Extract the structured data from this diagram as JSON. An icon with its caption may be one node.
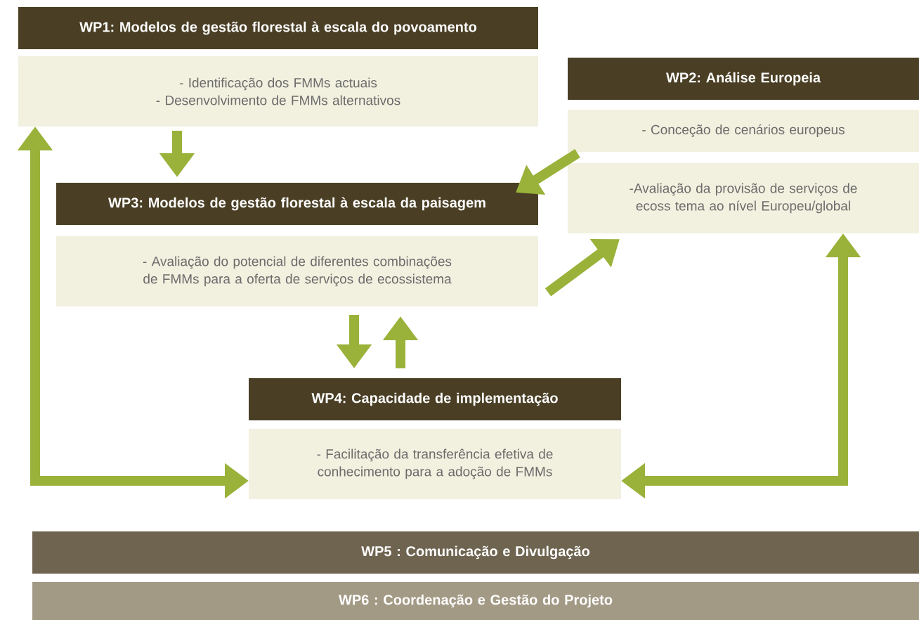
{
  "diagram": {
    "nodes": [
      {
        "text": [
          "WP1: Modelos de gestão florestal à escala do povoamento"
        ]
      },
      {
        "text": [
          "- Identificação dos FMMs actuais",
          "- Desenvolvimento de FMMs alternativos"
        ]
      },
      {
        "text": [
          "WP2: Análise Europeia"
        ]
      },
      {
        "text": [
          "- Conceção de cenários europeus"
        ]
      },
      {
        "text": [
          "-Avaliação da provisão de serviços de ecoss tema ao nível Europeu/global"
        ]
      },
      {
        "text": [
          "WP3: Modelos de gestão florestal à escala da paisagem"
        ]
      },
      {
        "text": [
          "- Avaliação do potencial de diferentes combinações de FMMs para a oferta de serviços de ecossistema"
        ]
      },
      {
        "text": [
          "WP4: Capacidade de implementação"
        ]
      },
      {
        "text": [
          "- Facilitação da transferência efetiva de conhecimento para a adoção de FMMs"
        ]
      },
      {
        "text": [
          "WP5 : Comunicação e Divulgação"
        ]
      },
      {
        "text": [
          "WP6 : Coordenação e Gestão do Projeto"
        ]
      }
    ],
    "edges": [
      {
        "from": 1,
        "to": 5,
        "arrow": "to"
      },
      {
        "from": 3,
        "to": 5,
        "arrow": "to"
      },
      {
        "from": 6,
        "to": 4,
        "arrow": "to"
      },
      {
        "from": 6,
        "to": 7,
        "arrow": "to"
      },
      {
        "from": 7,
        "to": 6,
        "arrow": "to"
      },
      {
        "from": 1,
        "to": 8,
        "arrow": "both"
      },
      {
        "from": 4,
        "to": 8,
        "arrow": "both"
      }
    ]
  }
}
